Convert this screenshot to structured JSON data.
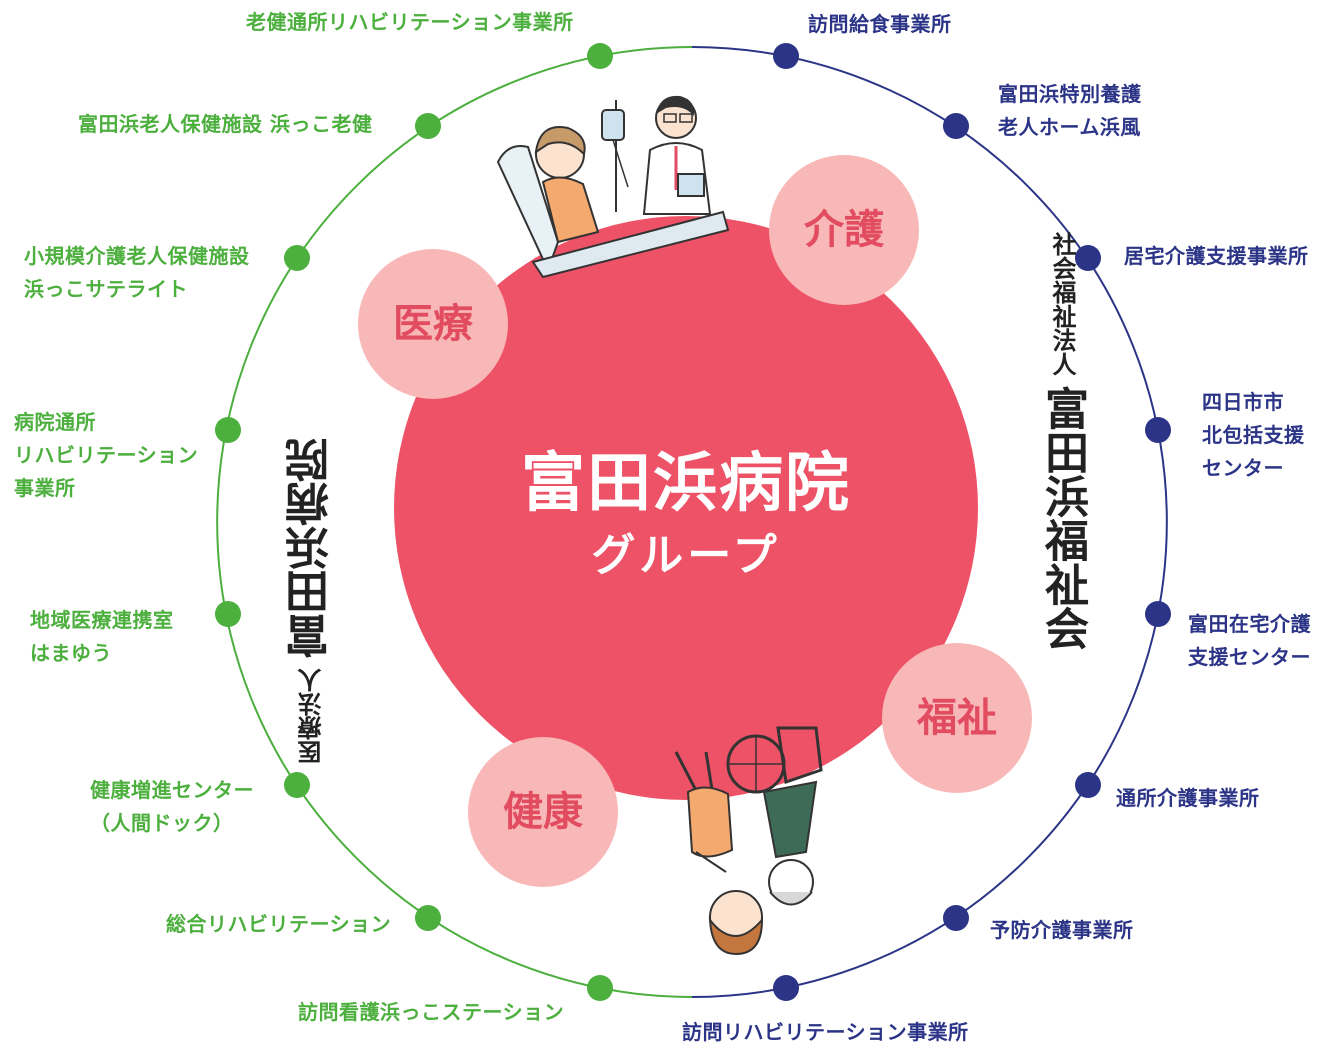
{
  "center": {
    "title": "富田浜病院",
    "subtitle": "グループ"
  },
  "pillars": [
    {
      "key": "medical",
      "label": "医療"
    },
    {
      "key": "care",
      "label": "介護"
    },
    {
      "key": "welfare",
      "label": "福祉"
    },
    {
      "key": "health",
      "label": "健康"
    }
  ],
  "orgs": {
    "hospital": {
      "prefix": "医療法人",
      "name": "富田浜病院"
    },
    "welfare": {
      "prefix": "社会福祉法人",
      "name": "富田浜福祉会"
    }
  },
  "hospital_facilities": [
    {
      "lines": [
        "老健通所リハビリテーション事業所"
      ]
    },
    {
      "lines": [
        "富田浜老人保健施設 浜っこ老健"
      ]
    },
    {
      "lines": [
        "小規模介護老人保健施設",
        "浜っこサテライト"
      ]
    },
    {
      "lines": [
        "病院通所",
        "リハビリテーション",
        "事業所"
      ]
    },
    {
      "lines": [
        "地域医療連携室",
        "はまゆう"
      ]
    },
    {
      "lines": [
        "健康増進センター",
        "（人間ドック）"
      ]
    },
    {
      "lines": [
        "総合リハビリテーション"
      ]
    },
    {
      "lines": [
        "訪問看護浜っこステーション"
      ]
    }
  ],
  "welfare_facilities": [
    {
      "lines": [
        "訪問給食事業所"
      ]
    },
    {
      "lines": [
        "富田浜特別養護",
        "老人ホーム浜風"
      ]
    },
    {
      "lines": [
        "居宅介護支援事業所"
      ]
    },
    {
      "lines": [
        "四日市市",
        "北包括支援",
        "センター"
      ]
    },
    {
      "lines": [
        "富田在宅介護",
        "支援センター"
      ]
    },
    {
      "lines": [
        "通所介護事業所"
      ]
    },
    {
      "lines": [
        "予防介護事業所"
      ]
    },
    {
      "lines": [
        "訪問リハビリテーション事業所"
      ]
    }
  ],
  "colors": {
    "hospital_green": "#4caf3e",
    "welfare_navy": "#2b3486",
    "center_red": "#ee5267",
    "pillar_pink": "#f9b8b8",
    "pillar_text": "#e24c60"
  },
  "illustrations": [
    "patient-and-doctor-illustration",
    "elderly-wheelchair-illustration"
  ]
}
